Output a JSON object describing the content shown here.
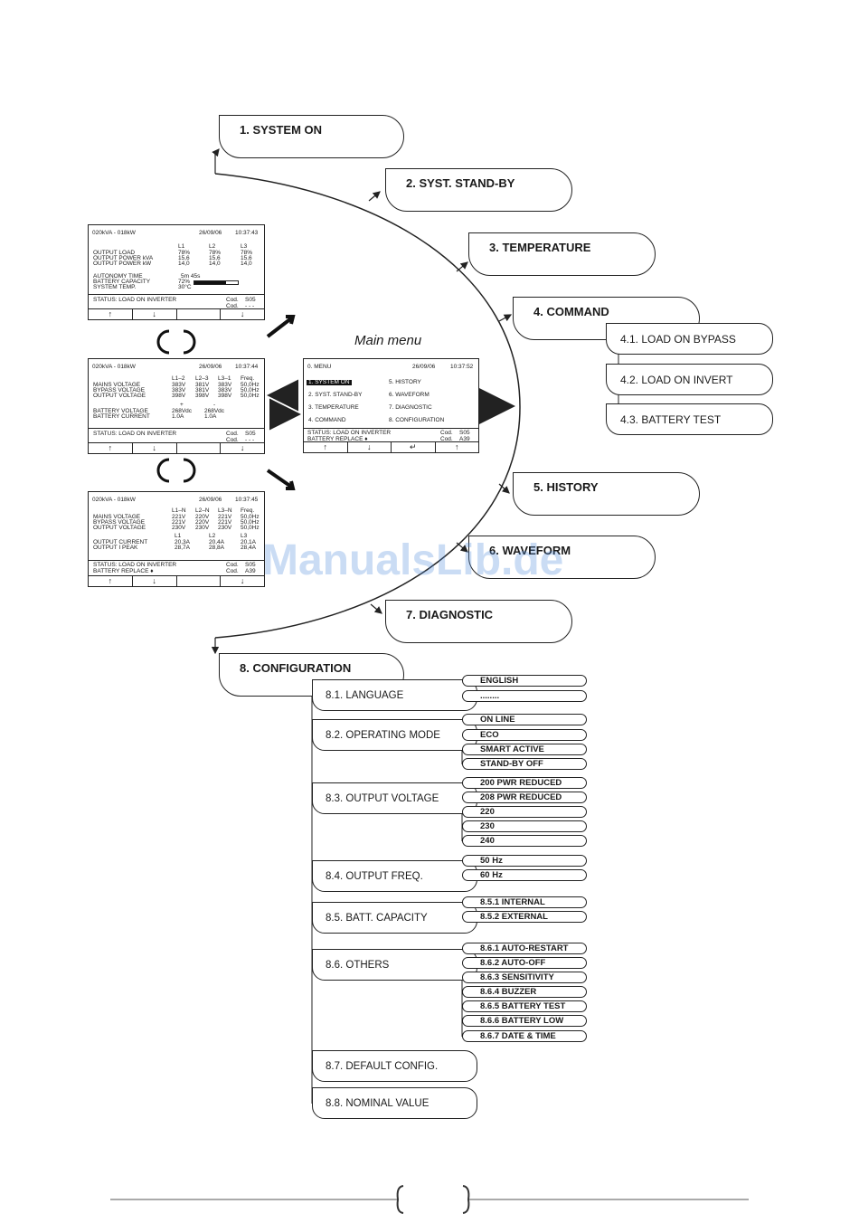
{
  "main_menu_label": "Main menu",
  "watermark": "ManualsLib.de",
  "main_items": [
    {
      "label": "1. SYSTEM ON"
    },
    {
      "label": "2. SYST. STAND-BY"
    },
    {
      "label": "3. TEMPERATURE"
    },
    {
      "label": "4. COMMAND"
    },
    {
      "label": "5. HISTORY"
    },
    {
      "label": "6. WAVEFORM"
    },
    {
      "label": "7. DIAGNOSTIC"
    },
    {
      "label": "8.  CONFIGURATION"
    }
  ],
  "command_items": [
    "4.1. LOAD ON BYPASS",
    "4.2. LOAD ON INVERT",
    "4.3. BATTERY TEST"
  ],
  "config_items": [
    {
      "label": "8.1.  LANGUAGE",
      "options": [
        "ENGLISH",
        "........"
      ]
    },
    {
      "label": "8.2.  OPERATING MODE",
      "options": [
        "ON LINE",
        "ECO",
        "SMART ACTIVE",
        "STAND-BY OFF"
      ]
    },
    {
      "label": "8.3.  OUTPUT VOLTAGE",
      "options": [
        "200 PWR REDUCED",
        "208 PWR REDUCED",
        "220",
        "230",
        "240"
      ]
    },
    {
      "label": "8.4.  OUTPUT FREQ.",
      "options": [
        "50 Hz",
        "60 Hz"
      ]
    },
    {
      "label": "8.5.  BATT. CAPACITY",
      "options": [
        "8.5.1 INTERNAL",
        "8.5.2 EXTERNAL"
      ]
    },
    {
      "label": "8.6.  OTHERS",
      "options": [
        "8.6.1 AUTO-RESTART",
        "8.6.2 AUTO-OFF",
        "8.6.3 SENSITIVITY",
        "8.6.4 BUZZER",
        "8.6.5 BATTERY TEST",
        "8.6.6 BATTERY LOW",
        "8.6.7 DATE & TIME"
      ]
    },
    {
      "label": "8.7.  DEFAULT CONFIG.",
      "options": []
    },
    {
      "label": "8.8.  NOMINAL VALUE",
      "options": []
    }
  ],
  "lcd_menu": {
    "title": "0. MENU",
    "date": "26/09/06",
    "time": "10:37:52",
    "left_items": [
      "1. SYSTEM ON",
      "2. SYST. STAND-BY",
      "3. TEMPERATURE",
      "4. COMMAND"
    ],
    "right_items": [
      "5. HISTORY",
      "6. WAVEFORM",
      "7. DIAGNOSTIC",
      "8. CONFIGURATION"
    ],
    "status1": "STATUS: LOAD ON INVERTER",
    "status2": "BATTERY REPLACE ♦",
    "cod1_label": "Cod.",
    "cod1": "S05",
    "cod2_label": "Cod.",
    "cod2": "A39"
  },
  "lcd1": {
    "header": "020kVA - 018kW",
    "date": "26/09/06",
    "time": "10:37:43",
    "cols": [
      "L1",
      "L2",
      "L3"
    ],
    "rows": [
      {
        "label": "OUTPUT LOAD",
        "v": [
          "78%",
          "78%",
          "78%"
        ]
      },
      {
        "label": "OUTPUT POWER kVA",
        "v": [
          "15,6",
          "15,6",
          "15,6"
        ]
      },
      {
        "label": "OUTPUT POWER kW",
        "v": [
          "14,0",
          "14,0",
          "14,0"
        ]
      }
    ],
    "autonomy_label": "AUTONOMY TIME",
    "autonomy": "5m  45s",
    "capacity_label": "BATTERY CAPACITY",
    "capacity": "72%",
    "capacity_fraction": 0.72,
    "temp_label": "SYSTEM TEMP.",
    "temp": "30°C",
    "status": "STATUS: LOAD ON INVERTER",
    "cod1_label": "Cod.",
    "cod1": "S05",
    "cod2_label": "Cod.",
    "cod2": "- - -"
  },
  "lcd2": {
    "header": "020kVA - 018kW",
    "date": "26/09/06",
    "time": "10:37:44",
    "cols": [
      "L1–2",
      "L2–3",
      "L3–1",
      "Freq."
    ],
    "rows": [
      {
        "label": "MAINS  VOLTAGE",
        "v": [
          "383V",
          "381V",
          "383V",
          "50,0Hz"
        ]
      },
      {
        "label": "BYPASS  VOLTAGE",
        "v": [
          "383V",
          "381V",
          "383V",
          "50,0Hz"
        ]
      },
      {
        "label": "OUTPUT  VOLTAGE",
        "v": [
          "398V",
          "398V",
          "398V",
          "50,0Hz"
        ]
      }
    ],
    "plus": "+",
    "minus": "-",
    "batt_v_label": "BATTERY VOLTAGE",
    "batt_v": [
      "268Vdc",
      "268Vdc"
    ],
    "batt_c_label": "BATTERY CURRENT",
    "batt_c": [
      "1.0A",
      "1.0A"
    ],
    "status": "STATUS:  LOAD ON INVERTER",
    "cod1_label": "Cod.",
    "cod1": "S05",
    "cod2_label": "Cod.",
    "cod2": "- - -"
  },
  "lcd3": {
    "header": "020kVA - 018kW",
    "date": "26/09/06",
    "time": "10:37:45",
    "cols": [
      "L1–N",
      "L2–N",
      "L3–N",
      "Freq."
    ],
    "rows": [
      {
        "label": "MAINS  VOLTAGE",
        "v": [
          "221V",
          "220V",
          "221V",
          "50,0Hz"
        ]
      },
      {
        "label": "BYPASS  VOLTAGE",
        "v": [
          "221V",
          "220V",
          "221V",
          "50,0Hz"
        ]
      },
      {
        "label": "OUTPUT  VOLTAGE",
        "v": [
          "230V",
          "230V",
          "230V",
          "50,0Hz"
        ]
      }
    ],
    "cols2": [
      "L1",
      "L2",
      "L3"
    ],
    "rows2": [
      {
        "label": "OUTPUT  CURRENT",
        "v": [
          "20,3A",
          "20,4A",
          "20,1A"
        ]
      },
      {
        "label": "OUTPUT  I PEAK",
        "v": [
          "28,7A",
          "28,8A",
          "28,4A"
        ]
      }
    ],
    "status1": "STATUS:  LOAD ON INVERTER",
    "status2": "BATTERY REPLACE ♦",
    "cod1_label": "Cod.",
    "cod1": "S05",
    "cod2_label": "Cod.",
    "cod2": "A39"
  },
  "button_glyphs": {
    "up": "↑",
    "down": "↓",
    "enter": "↵",
    "esc": "↑"
  }
}
